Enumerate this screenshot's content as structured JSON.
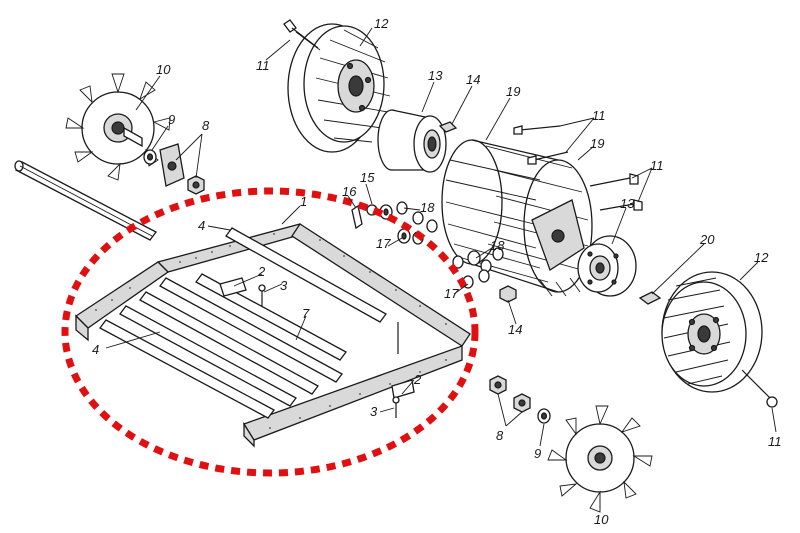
{
  "highlight": {
    "color": "#e01010",
    "style": "dotted-ellipse"
  },
  "callouts": [
    {
      "id": "c11a",
      "text": "11"
    },
    {
      "id": "c12a",
      "text": "12"
    },
    {
      "id": "c10a",
      "text": "10"
    },
    {
      "id": "c9a",
      "text": "9"
    },
    {
      "id": "c8a",
      "text": "8"
    },
    {
      "id": "c13a",
      "text": "13"
    },
    {
      "id": "c14a",
      "text": "14"
    },
    {
      "id": "c19a",
      "text": "19"
    },
    {
      "id": "c11b",
      "text": "11"
    },
    {
      "id": "c19b",
      "text": "19"
    },
    {
      "id": "c11c",
      "text": "11"
    },
    {
      "id": "c15",
      "text": "15"
    },
    {
      "id": "c16",
      "text": "16"
    },
    {
      "id": "c18a",
      "text": "18"
    },
    {
      "id": "c17a",
      "text": "17"
    },
    {
      "id": "c1",
      "text": "1"
    },
    {
      "id": "c4a",
      "text": "4"
    },
    {
      "id": "c2a",
      "text": "2"
    },
    {
      "id": "c3a",
      "text": "3"
    },
    {
      "id": "c13b",
      "text": "13"
    },
    {
      "id": "c20",
      "text": "20"
    },
    {
      "id": "c12b",
      "text": "12"
    },
    {
      "id": "c18b",
      "text": "18"
    },
    {
      "id": "c17b",
      "text": "17"
    },
    {
      "id": "c14b",
      "text": "14"
    },
    {
      "id": "c7",
      "text": "7"
    },
    {
      "id": "c4b",
      "text": "4"
    },
    {
      "id": "c2b",
      "text": "2"
    },
    {
      "id": "c3b",
      "text": "3"
    },
    {
      "id": "c8b",
      "text": "8"
    },
    {
      "id": "c9b",
      "text": "9"
    },
    {
      "id": "c11d",
      "text": "11"
    },
    {
      "id": "c10b",
      "text": "10"
    }
  ]
}
